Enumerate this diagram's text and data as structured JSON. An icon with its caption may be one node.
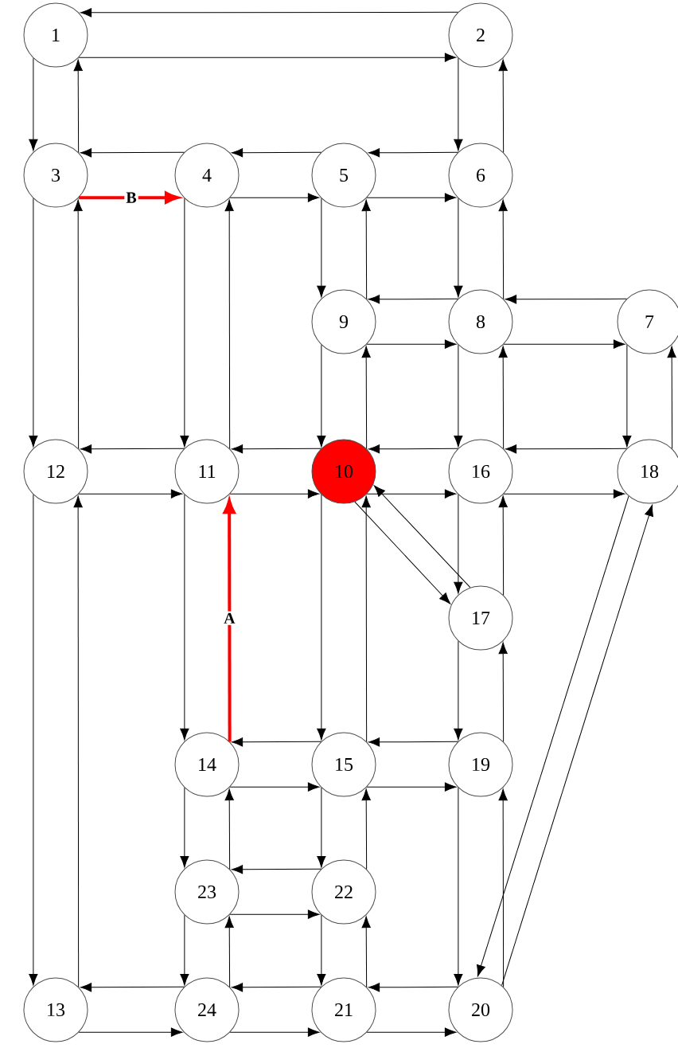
{
  "diagram": {
    "nodes": [
      {
        "text": [
          "1"
        ]
      },
      {
        "text": [
          "2"
        ]
      },
      {
        "text": [
          "3"
        ]
      },
      {
        "text": [
          "4"
        ]
      },
      {
        "text": [
          "5"
        ]
      },
      {
        "text": [
          "6"
        ]
      },
      {
        "text": [
          "7"
        ]
      },
      {
        "text": [
          "8"
        ]
      },
      {
        "text": [
          "9"
        ]
      },
      {
        "text": [
          "10"
        ]
      },
      {
        "text": [
          "11"
        ]
      },
      {
        "text": [
          "12"
        ]
      },
      {
        "text": [
          "13"
        ]
      },
      {
        "text": [
          "14"
        ]
      },
      {
        "text": [
          "15"
        ]
      },
      {
        "text": [
          "16"
        ]
      },
      {
        "text": [
          "17"
        ]
      },
      {
        "text": [
          "18"
        ]
      },
      {
        "text": [
          "19"
        ]
      },
      {
        "text": [
          "20"
        ]
      },
      {
        "text": [
          "21"
        ]
      },
      {
        "text": [
          "22"
        ]
      },
      {
        "text": [
          "23"
        ]
      },
      {
        "text": [
          "24"
        ]
      }
    ],
    "edges": [
      {
        "from": 0,
        "to": 1,
        "arrow": "to"
      },
      {
        "from": 0,
        "to": 2,
        "arrow": "to"
      },
      {
        "from": 1,
        "to": 0,
        "arrow": "to"
      },
      {
        "from": 1,
        "to": 5,
        "arrow": "to"
      },
      {
        "from": 2,
        "to": 0,
        "arrow": "to"
      },
      {
        "from": 2,
        "to": 3,
        "arrow": "to",
        "label": "B",
        "style": "thick",
        "color": "#ff0000"
      },
      {
        "from": 2,
        "to": 11,
        "arrow": "to"
      },
      {
        "from": 3,
        "to": 2,
        "arrow": "to"
      },
      {
        "from": 3,
        "to": 4,
        "arrow": "to"
      },
      {
        "from": 3,
        "to": 10,
        "arrow": "to"
      },
      {
        "from": 4,
        "to": 3,
        "arrow": "to"
      },
      {
        "from": 4,
        "to": 5,
        "arrow": "to"
      },
      {
        "from": 4,
        "to": 8,
        "arrow": "to"
      },
      {
        "from": 5,
        "to": 1,
        "arrow": "to"
      },
      {
        "from": 5,
        "to": 4,
        "arrow": "to"
      },
      {
        "from": 5,
        "to": 7,
        "arrow": "to"
      },
      {
        "from": 6,
        "to": 7,
        "arrow": "to"
      },
      {
        "from": 6,
        "to": 17,
        "arrow": "to"
      },
      {
        "from": 7,
        "to": 5,
        "arrow": "to"
      },
      {
        "from": 7,
        "to": 6,
        "arrow": "to"
      },
      {
        "from": 7,
        "to": 8,
        "arrow": "to"
      },
      {
        "from": 7,
        "to": 15,
        "arrow": "to"
      },
      {
        "from": 8,
        "to": 4,
        "arrow": "to"
      },
      {
        "from": 8,
        "to": 7,
        "arrow": "to"
      },
      {
        "from": 8,
        "to": 9,
        "arrow": "to"
      },
      {
        "from": 9,
        "to": 8,
        "arrow": "to"
      },
      {
        "from": 9,
        "to": 10,
        "arrow": "to"
      },
      {
        "from": 9,
        "to": 14,
        "arrow": "to"
      },
      {
        "from": 9,
        "to": 15,
        "arrow": "to"
      },
      {
        "from": 9,
        "to": 16,
        "arrow": "to"
      },
      {
        "from": 10,
        "to": 3,
        "arrow": "to"
      },
      {
        "from": 10,
        "to": 9,
        "arrow": "to"
      },
      {
        "from": 10,
        "to": 11,
        "arrow": "to"
      },
      {
        "from": 10,
        "to": 13,
        "arrow": "to"
      },
      {
        "from": 11,
        "to": 2,
        "arrow": "to"
      },
      {
        "from": 11,
        "to": 10,
        "arrow": "to"
      },
      {
        "from": 11,
        "to": 12,
        "arrow": "to"
      },
      {
        "from": 12,
        "to": 11,
        "arrow": "to"
      },
      {
        "from": 12,
        "to": 23,
        "arrow": "to"
      },
      {
        "from": 13,
        "to": 10,
        "arrow": "to",
        "label": "A",
        "style": "thick",
        "color": "#ff0000"
      },
      {
        "from": 13,
        "to": 14,
        "arrow": "to"
      },
      {
        "from": 13,
        "to": 22,
        "arrow": "to"
      },
      {
        "from": 14,
        "to": 9,
        "arrow": "to"
      },
      {
        "from": 14,
        "to": 13,
        "arrow": "to"
      },
      {
        "from": 14,
        "to": 18,
        "arrow": "to"
      },
      {
        "from": 14,
        "to": 21,
        "arrow": "to"
      },
      {
        "from": 15,
        "to": 7,
        "arrow": "to"
      },
      {
        "from": 15,
        "to": 9,
        "arrow": "to"
      },
      {
        "from": 15,
        "to": 16,
        "arrow": "to"
      },
      {
        "from": 15,
        "to": 17,
        "arrow": "to"
      },
      {
        "from": 16,
        "to": 9,
        "arrow": "to"
      },
      {
        "from": 16,
        "to": 15,
        "arrow": "to"
      },
      {
        "from": 16,
        "to": 18,
        "arrow": "to"
      },
      {
        "from": 17,
        "to": 6,
        "arrow": "to"
      },
      {
        "from": 17,
        "to": 15,
        "arrow": "to"
      },
      {
        "from": 17,
        "to": 19,
        "arrow": "to"
      },
      {
        "from": 18,
        "to": 14,
        "arrow": "to"
      },
      {
        "from": 18,
        "to": 16,
        "arrow": "to"
      },
      {
        "from": 18,
        "to": 19,
        "arrow": "to"
      },
      {
        "from": 19,
        "to": 17,
        "arrow": "to"
      },
      {
        "from": 19,
        "to": 18,
        "arrow": "to"
      },
      {
        "from": 19,
        "to": 20,
        "arrow": "to"
      },
      {
        "from": 20,
        "to": 19,
        "arrow": "to"
      },
      {
        "from": 20,
        "to": 21,
        "arrow": "to"
      },
      {
        "from": 20,
        "to": 23,
        "arrow": "to"
      },
      {
        "from": 21,
        "to": 14,
        "arrow": "to"
      },
      {
        "from": 21,
        "to": 20,
        "arrow": "to"
      },
      {
        "from": 21,
        "to": 22,
        "arrow": "to"
      },
      {
        "from": 22,
        "to": 13,
        "arrow": "to"
      },
      {
        "from": 22,
        "to": 21,
        "arrow": "to"
      },
      {
        "from": 22,
        "to": 23,
        "arrow": "to"
      },
      {
        "from": 23,
        "to": 12,
        "arrow": "to"
      },
      {
        "from": 23,
        "to": 20,
        "arrow": "to"
      },
      {
        "from": 23,
        "to": 22,
        "arrow": "to"
      }
    ]
  }
}
